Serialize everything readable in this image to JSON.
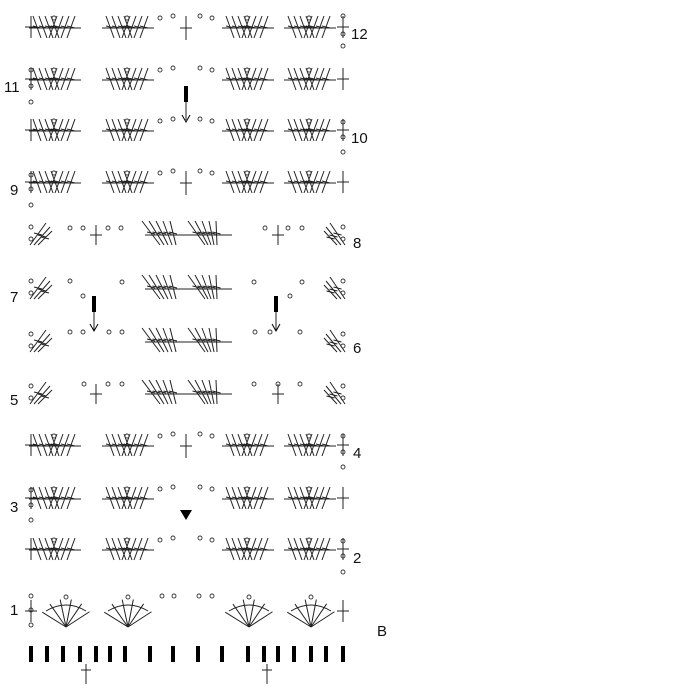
{
  "chart": {
    "legend_label": "B",
    "row_labels": [
      {
        "text": "1",
        "row": 1,
        "side": "left"
      },
      {
        "text": "2",
        "row": 2,
        "side": "right"
      },
      {
        "text": "3",
        "row": 3,
        "side": "left"
      },
      {
        "text": "4",
        "row": 4,
        "side": "right"
      },
      {
        "text": "5",
        "row": 5,
        "side": "left"
      },
      {
        "text": "6",
        "row": 6,
        "side": "right"
      },
      {
        "text": "7",
        "row": 7,
        "side": "left"
      },
      {
        "text": "8",
        "row": 8,
        "side": "right"
      },
      {
        "text": "9",
        "row": 9,
        "side": "left"
      },
      {
        "text": "10",
        "row": 10,
        "side": "right"
      },
      {
        "text": "11",
        "row": 11,
        "side": "left"
      },
      {
        "text": "12",
        "row": 12,
        "side": "right"
      }
    ],
    "symbols": {
      "stitch": "treble-crochet",
      "chain": "chain-circle",
      "bar": "foundation-stitch",
      "start": "triangle-marker",
      "join": "arrow-marker"
    }
  }
}
